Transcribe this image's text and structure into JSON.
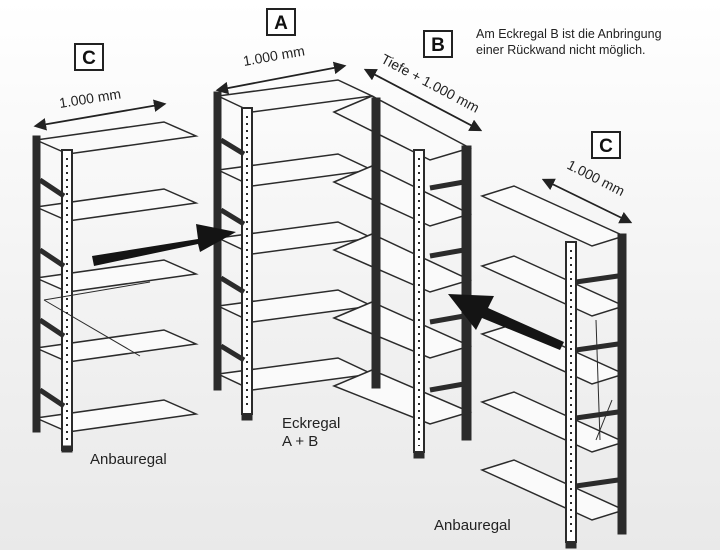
{
  "labels": {
    "a": "A",
    "b": "B",
    "c_left": "C",
    "c_right": "C"
  },
  "dimensions": {
    "left_width": "1.000 mm",
    "a_width": "1.000 mm",
    "b_depth": "Tiefe + 1.000 mm",
    "right_width": "1.000 mm"
  },
  "note": {
    "line1": "Am Eckregal B ist die Anbringung",
    "line2": "einer Rückwand nicht möglich."
  },
  "captions": {
    "left_shelf": "Anbauregal",
    "corner_line1": "Eckregal",
    "corner_line2": "A + B",
    "right_shelf": "Anbauregal"
  },
  "colors": {
    "frame": "#2b2b2b",
    "shelf_fill": "#fafafa",
    "arrow": "#141414"
  }
}
